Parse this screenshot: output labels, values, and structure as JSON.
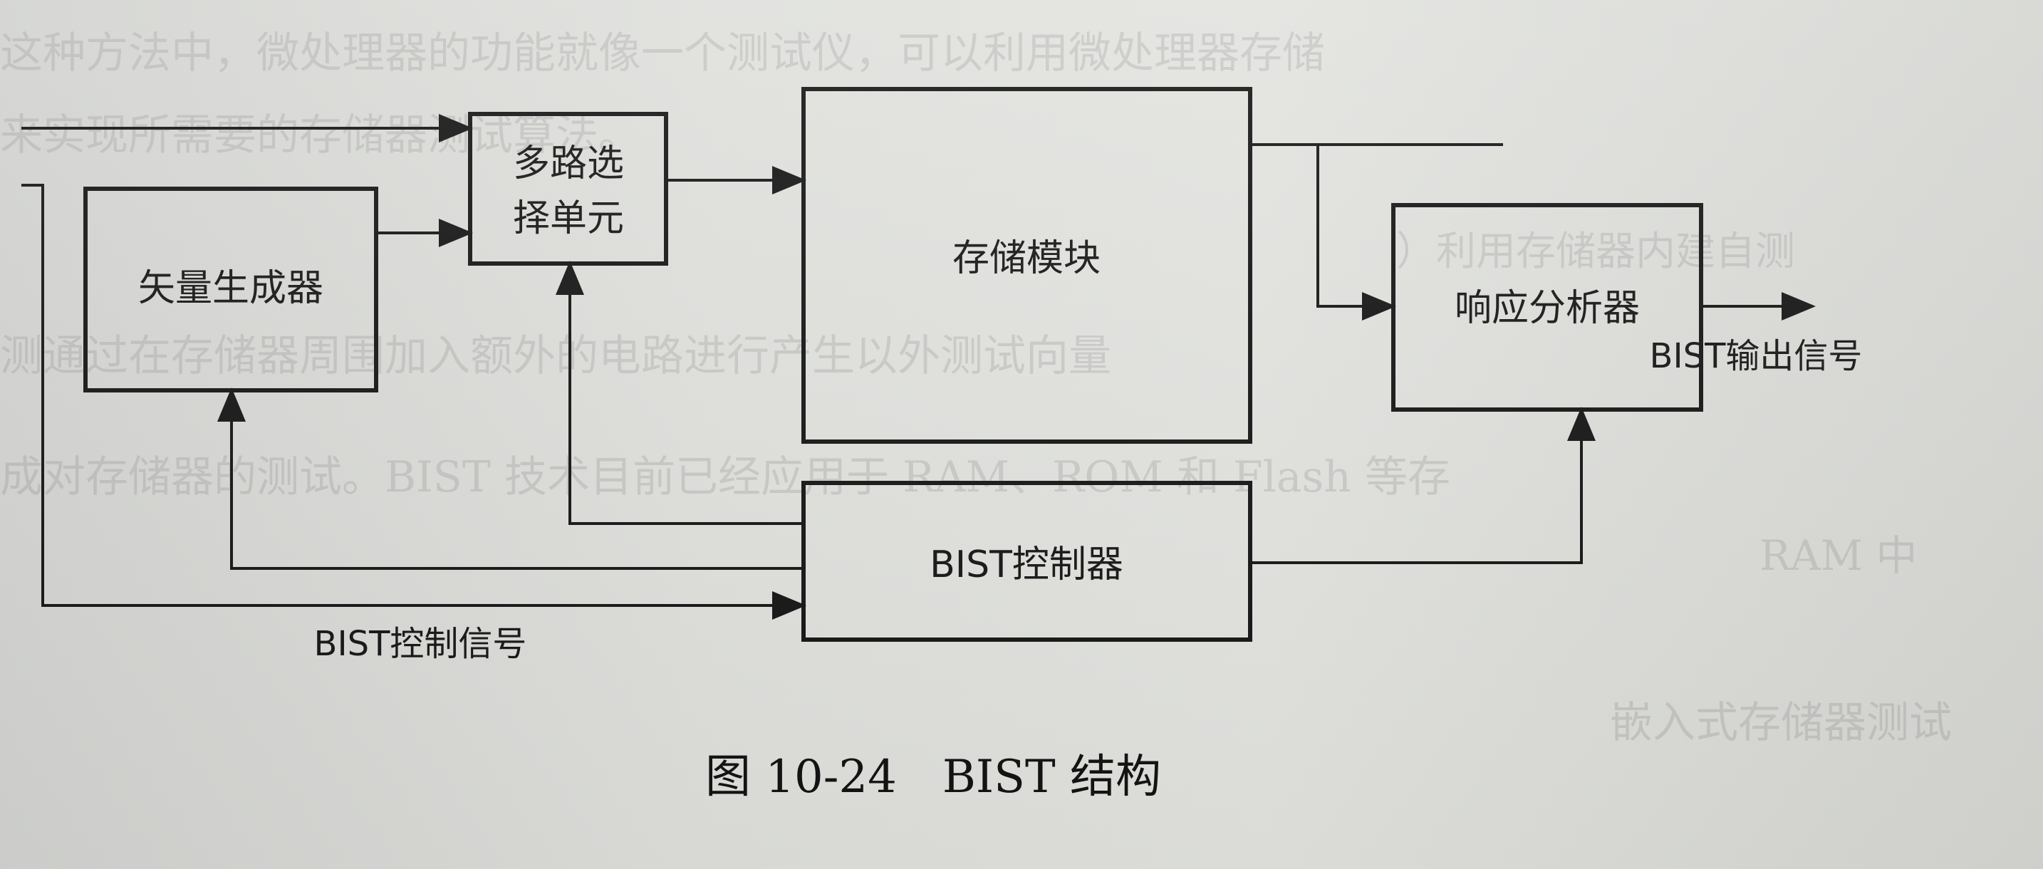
{
  "blocks": {
    "vector_generator": "矢量生成器",
    "mux_line1": "多路选",
    "mux_line2": "择单元",
    "memory_module": "存储模块",
    "response_analyzer": "响应分析器",
    "bist_controller": "BIST控制器"
  },
  "signals": {
    "bist_output": "BIST输出信号",
    "bist_control": "BIST控制信号"
  },
  "caption": "图 10-24　BIST 结构",
  "background_text": [
    "这种方法中，微处理器的功能就像一个测试仪，可以利用微处理器存储",
    "来实现所需要的存储器测试算法。",
    "）利用存储器内建自测",
    "测通过在存储器周围加入额外的电路进行产生以外测试向量",
    "成对存储器的测试。BIST 技术目前已经应用于 RAM、ROM 和 Flash 等存",
    "RAM 中",
    "嵌入式存储器测试"
  ],
  "colors": {
    "ink": "#141414",
    "paper": "#deded9",
    "ghost_text": "#787878"
  }
}
